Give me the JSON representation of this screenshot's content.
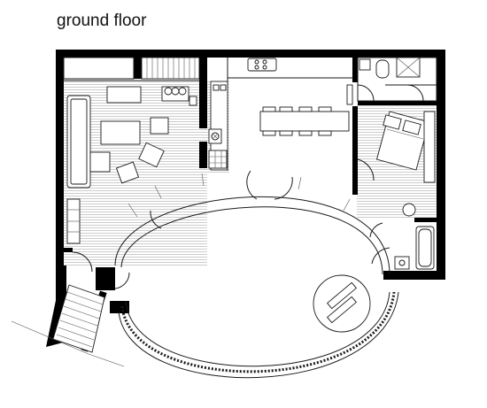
{
  "title": "ground floor",
  "colors": {
    "walls": "#000000",
    "lines": "#1a1a1a",
    "background": "#ffffff"
  },
  "spaces": [
    "living-area",
    "stair",
    "kitchen",
    "dining-table",
    "bedroom",
    "bathroom",
    "wc",
    "entrance",
    "courtyard",
    "external-stair"
  ]
}
